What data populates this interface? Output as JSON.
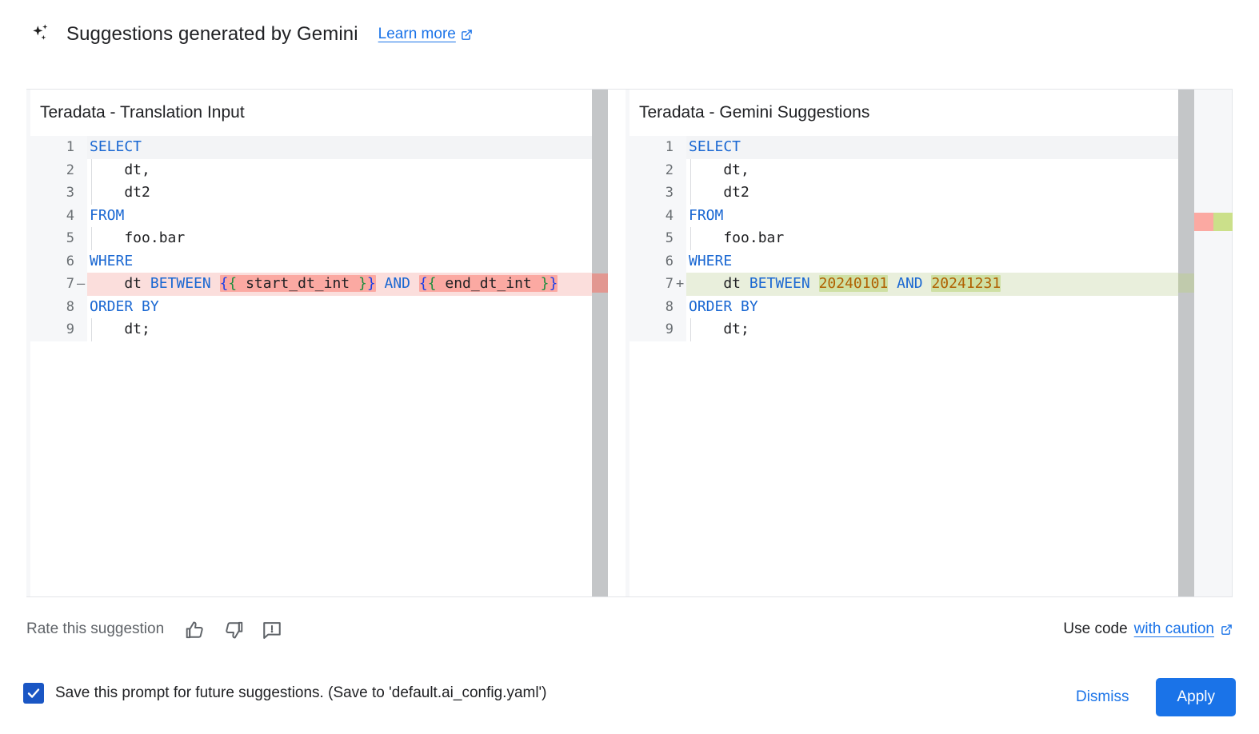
{
  "header": {
    "icon": "gemini-spark-icon",
    "title": "Suggestions generated by Gemini",
    "learn_more": "Learn more",
    "learn_more_icon": "external-link-icon"
  },
  "diff": {
    "left": {
      "title": "Teradata - Translation Input",
      "lines": [
        {
          "n": "1",
          "sign": "",
          "state": "cur"
        },
        {
          "n": "2",
          "sign": "",
          "state": ""
        },
        {
          "n": "3",
          "sign": "",
          "state": ""
        },
        {
          "n": "4",
          "sign": "",
          "state": ""
        },
        {
          "n": "5",
          "sign": "",
          "state": ""
        },
        {
          "n": "6",
          "sign": "",
          "state": ""
        },
        {
          "n": "7",
          "sign": "—",
          "state": "del"
        },
        {
          "n": "8",
          "sign": "",
          "state": ""
        },
        {
          "n": "9",
          "sign": "",
          "state": ""
        }
      ],
      "code": [
        "SELECT",
        "    dt,",
        "    dt2",
        "FROM",
        "    foo.bar",
        "WHERE",
        "    dt BETWEEN {{ start_dt_int }} AND {{ end_dt_int }}",
        "ORDER BY",
        "    dt;"
      ]
    },
    "right": {
      "title": "Teradata - Gemini Suggestions",
      "lines": [
        {
          "n": "1",
          "sign": "",
          "state": "cur"
        },
        {
          "n": "2",
          "sign": "",
          "state": ""
        },
        {
          "n": "3",
          "sign": "",
          "state": ""
        },
        {
          "n": "4",
          "sign": "",
          "state": ""
        },
        {
          "n": "5",
          "sign": "",
          "state": ""
        },
        {
          "n": "6",
          "sign": "",
          "state": ""
        },
        {
          "n": "7",
          "sign": "+",
          "state": "add"
        },
        {
          "n": "8",
          "sign": "",
          "state": ""
        },
        {
          "n": "9",
          "sign": "",
          "state": ""
        }
      ],
      "code": [
        "SELECT",
        "    dt,",
        "    dt2",
        "FROM",
        "    foo.bar",
        "WHERE",
        "    dt BETWEEN 20240101 AND 20241231",
        "ORDER BY",
        "    dt;"
      ]
    }
  },
  "rate": {
    "label": "Rate this suggestion",
    "thumb_up": "thumb-up-icon",
    "thumb_down": "thumb-down-icon",
    "report": "report-feedback-icon",
    "use_code_prefix": "Use code",
    "use_code_link": "with caution",
    "use_code_icon": "external-link-icon"
  },
  "footer": {
    "checkbox_checked": true,
    "checkbox_label": "Save this prompt for future suggestions. (Save to 'default.ai_config.yaml')",
    "dismiss": "Dismiss",
    "apply": "Apply"
  },
  "colors": {
    "accent": "#1a73e8",
    "link": "#1a73e8",
    "delete_bg": "#fbdedc",
    "delete_chip": "#fba9a2",
    "add_bg": "#e9efdc",
    "add_chip": "#cfe0a4",
    "keyword": "#1967d2",
    "number": "#b06000",
    "checkbox": "#1a56c4"
  }
}
